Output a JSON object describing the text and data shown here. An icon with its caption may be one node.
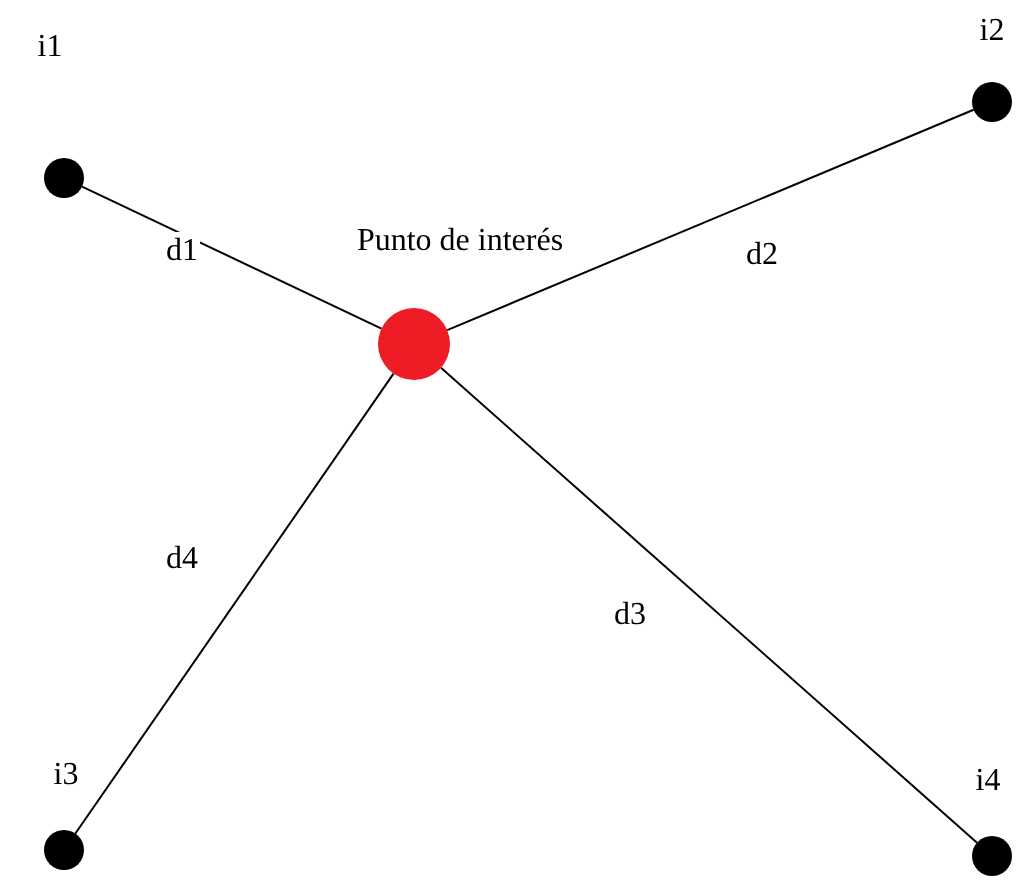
{
  "diagram": {
    "nodes": [
      {
        "text": [
          "i1"
        ]
      },
      {
        "text": [
          "i2"
        ]
      },
      {
        "text": [
          "Punto de interés"
        ]
      },
      {
        "text": [
          "i3"
        ]
      },
      {
        "text": [
          "i4"
        ]
      }
    ],
    "edges": [
      {
        "from": 2,
        "to": 0,
        "arrow": "none",
        "label": "d1"
      },
      {
        "from": 2,
        "to": 1,
        "arrow": "none",
        "label": "d2"
      },
      {
        "from": 2,
        "to": 4,
        "arrow": "none",
        "label": "d3"
      },
      {
        "from": 2,
        "to": 3,
        "arrow": "none",
        "label": "d4"
      }
    ]
  }
}
